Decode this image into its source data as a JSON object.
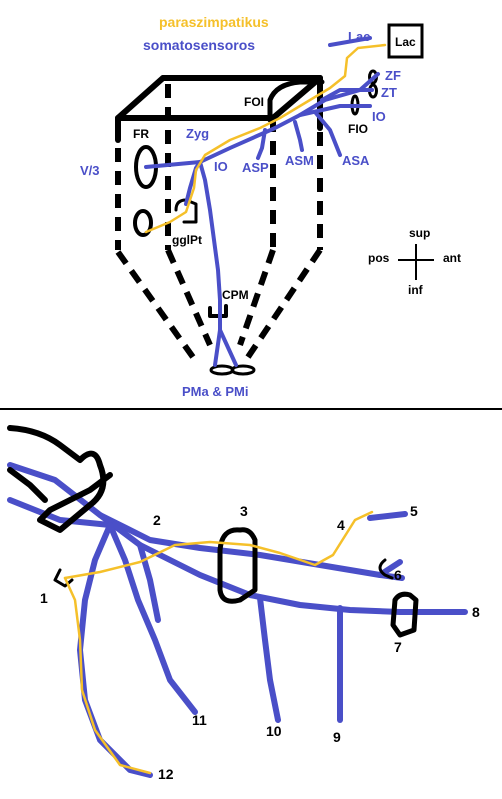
{
  "colors": {
    "parasympathetic": "#f5c02a",
    "somatosensory": "#4a4fc8",
    "outline": "#000000"
  },
  "legend": {
    "parasympathetic": "paraszimpatikus",
    "somatosensory": "somatosensoros"
  },
  "top_diagram": {
    "labels": {
      "lac_nerve": "Lac",
      "lac_gland": "Lac",
      "zf": "ZF",
      "zt": "ZT",
      "foi": "FOI",
      "fio": "FIO",
      "io_right": "IO",
      "fr": "FR",
      "zyg": "Zyg",
      "io_left": "IO",
      "asp": "ASP",
      "asm": "ASM",
      "asa": "ASA",
      "v3": "V/3",
      "gglpt": "gglPt",
      "cpm": "CPM",
      "pma_pmi": "PMa & PMi"
    },
    "orientation": {
      "sup": "sup",
      "inf": "inf",
      "pos": "pos",
      "ant": "ant"
    }
  },
  "bottom_diagram": {
    "numbers": [
      "1",
      "2",
      "3",
      "4",
      "5",
      "6",
      "7",
      "8",
      "9",
      "10",
      "11",
      "12"
    ]
  }
}
